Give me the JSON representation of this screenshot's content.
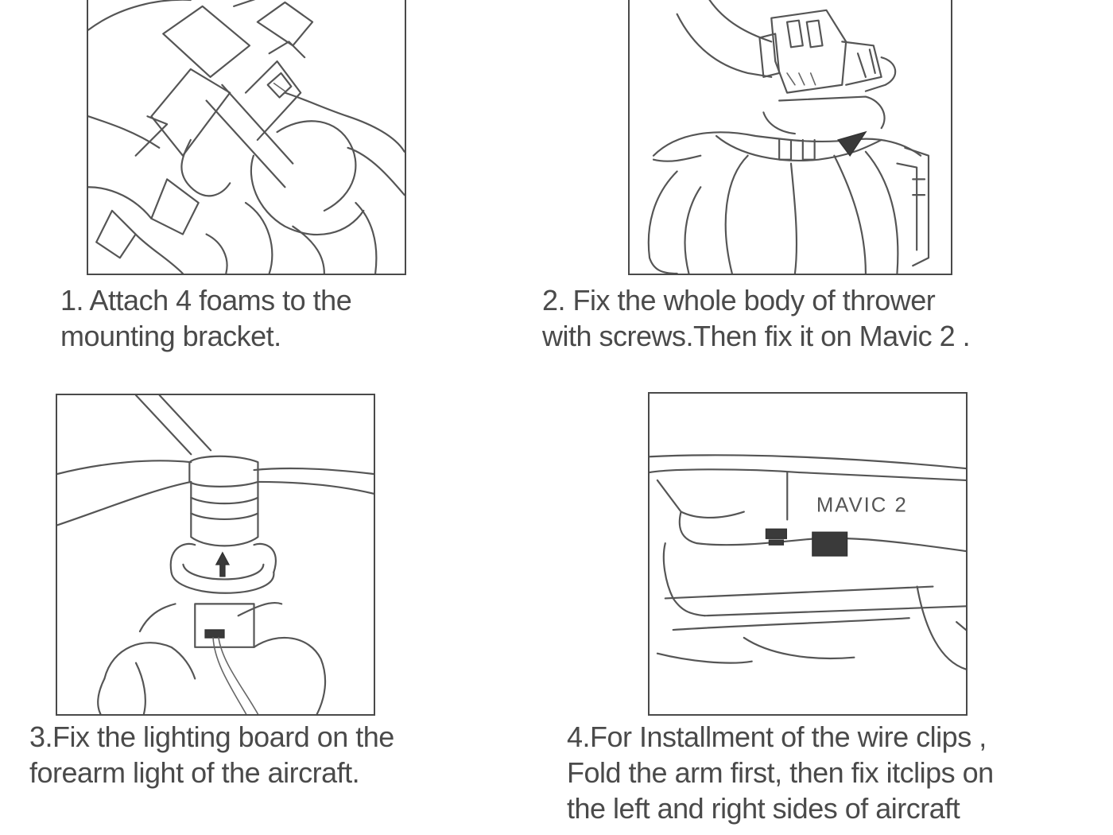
{
  "steps": [
    {
      "number": "1",
      "lines": [
        "1. Attach 4 foams to the",
        "mounting bracket."
      ]
    },
    {
      "number": "2",
      "lines": [
        "2. Fix the whole body of thrower",
        " with screws.Then fix it on Mavic 2 ."
      ]
    },
    {
      "number": "3",
      "lines": [
        "3.Fix the lighting board on the",
        "forearm light of the aircraft."
      ]
    },
    {
      "number": "4",
      "lines": [
        "4.For Installment of the wire clips ,",
        " Fold the arm first, then fix itclips on",
        " the left and right sides of aircraft"
      ]
    }
  ],
  "illustrations": {
    "step4_drone_label": "MAVIC 2"
  }
}
